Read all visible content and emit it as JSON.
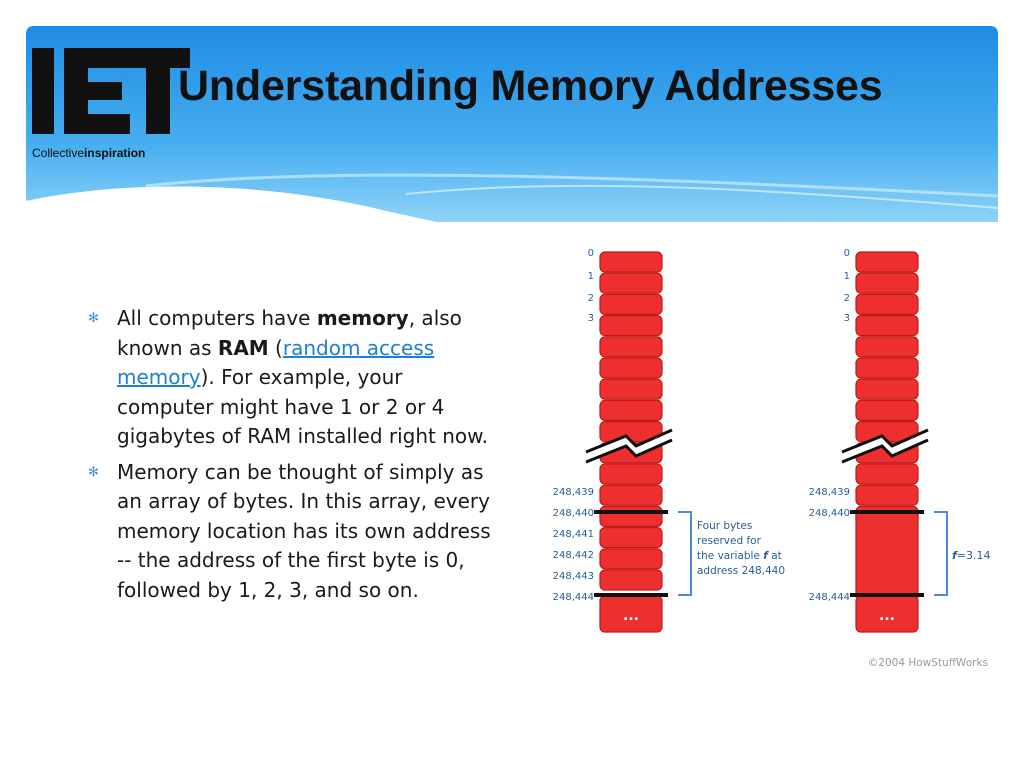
{
  "header": {
    "logo_text": "IET",
    "tagline_regular": "Collective",
    "tagline_bold": "inspiration",
    "title": "Understanding Memory Addresses"
  },
  "bullets": {
    "item1": {
      "text_a": "All computers have ",
      "bold_memory": "memory",
      "text_b": ", also known as ",
      "bold_ram": "RAM",
      "text_c": " (",
      "link": "random access memory",
      "text_d": "). For example, your computer might have 1 or 2 or 4 gigabytes of RAM installed right now."
    },
    "item2": {
      "text": "Memory can be thought of simply as an array of bytes. In this array, every memory location has its own address -- the address of the first byte is 0, followed by 1, 2, 3, and so on."
    }
  },
  "diagram": {
    "left": {
      "addr_0": "0",
      "addr_1": "1",
      "addr_2": "2",
      "addr_3": "3",
      "addr_248439": "248,439",
      "addr_248440": "248,440",
      "addr_248441": "248,441",
      "addr_248442": "248,442",
      "addr_248443": "248,443",
      "addr_248444": "248,444",
      "ellipsis": "...",
      "note_line1": "Four bytes",
      "note_line2": "reserved for",
      "note_line3_a": "the variable ",
      "note_line3_var": "f",
      "note_line3_b": " at",
      "note_line4": "address 248,440"
    },
    "right": {
      "addr_0": "0",
      "addr_1": "1",
      "addr_2": "2",
      "addr_3": "3",
      "addr_248439": "248,439",
      "addr_248440": "248,440",
      "addr_248444": "248,444",
      "ellipsis": "...",
      "var_name": "f",
      "var_value": "=3.14"
    },
    "copyright": "©2004 HowStuffWorks"
  },
  "colors": {
    "header_blue": "#2b93e6",
    "cell_red": "#ee2f2f",
    "label_blue": "#2a5d96",
    "bracket_blue": "#4a8bd6",
    "link_blue": "#1e7fd6"
  }
}
